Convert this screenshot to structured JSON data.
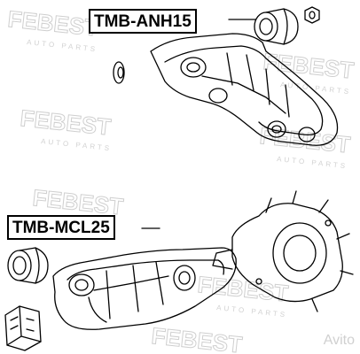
{
  "part_labels": {
    "upper": "TMB-ANH15",
    "lower": "TMB-MCL25"
  },
  "watermark": {
    "brand": "FEBEST",
    "tagline": "AUTO PARTS",
    "brand_color": "#bdbdbd"
  },
  "marketplace_mark": "Avito",
  "colors": {
    "line": "#000000",
    "background": "#ffffff"
  }
}
